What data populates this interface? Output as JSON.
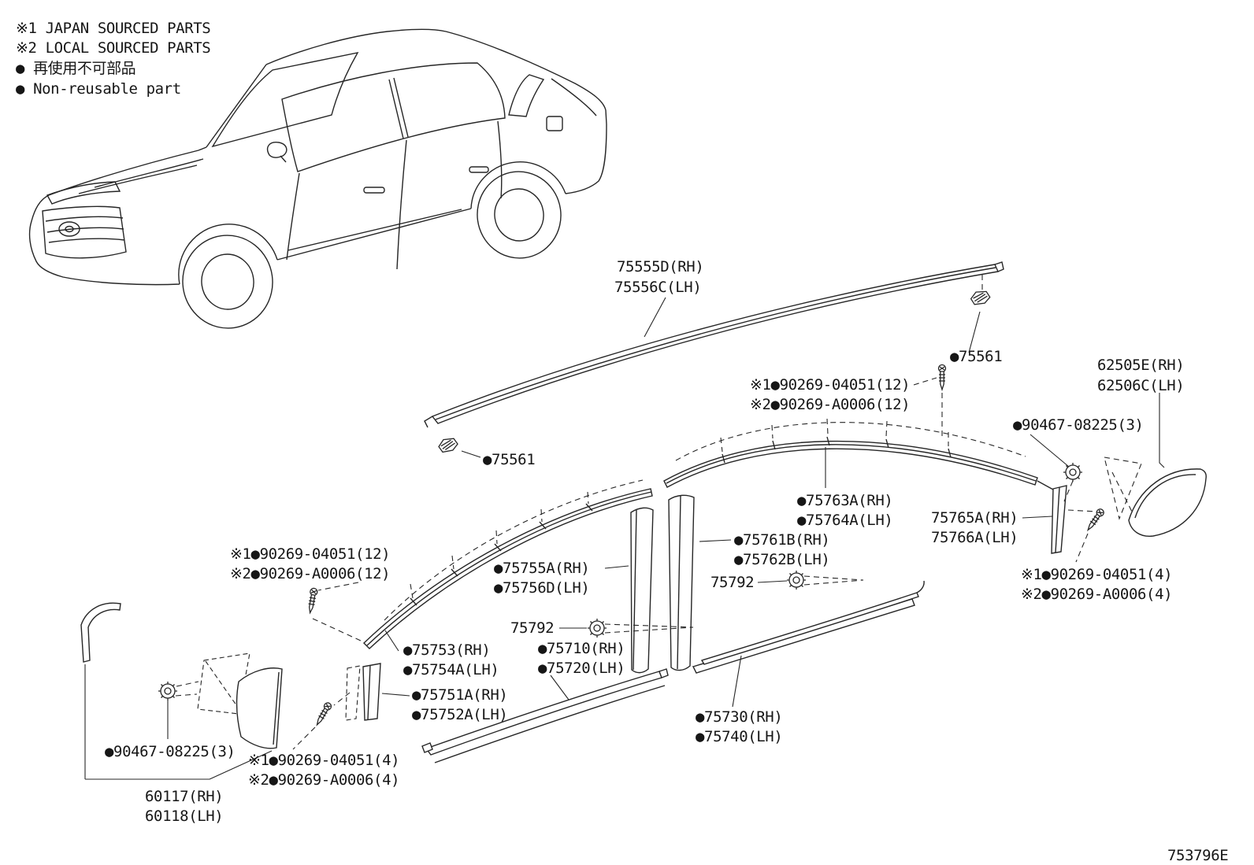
{
  "colors": {
    "ink": "#262626",
    "background": "#ffffff"
  },
  "legend": {
    "lines": [
      "※1 JAPAN SOURCED PARTS",
      "※2 LOCAL SOURCED PARTS",
      "● 再使用不可部品",
      "● Non-reusable part"
    ]
  },
  "callouts": [
    {
      "text": "75555D(RH)"
    },
    {
      "text": "75556C(LH)"
    },
    {
      "text": "●75561"
    },
    {
      "text": "62505E(RH)"
    },
    {
      "text": "62506C(LH)"
    },
    {
      "text": "※1●90269-04051(12)"
    },
    {
      "text": "※2●90269-A0006(12)"
    },
    {
      "text": "●90467-08225(3)"
    },
    {
      "text": "●75561"
    },
    {
      "text": "●75763A(RH)"
    },
    {
      "text": "●75764A(LH)"
    },
    {
      "text": "75765A(RH)"
    },
    {
      "text": "75766A(LH)"
    },
    {
      "text": "●75761B(RH)"
    },
    {
      "text": "●75762B(LH)"
    },
    {
      "text": "※1●90269-04051(12)"
    },
    {
      "text": "※2●90269-A0006(12)"
    },
    {
      "text": "●75755A(RH)"
    },
    {
      "text": "●75756D(LH)"
    },
    {
      "text": "75792"
    },
    {
      "text": "※1●90269-04051(4)"
    },
    {
      "text": "※2●90269-A0006(4)"
    },
    {
      "text": "75792"
    },
    {
      "text": "●75753(RH)"
    },
    {
      "text": "●75754A(LH)"
    },
    {
      "text": "●75710(RH)"
    },
    {
      "text": "●75720(LH)"
    },
    {
      "text": "●75751A(RH)"
    },
    {
      "text": "●75752A(LH)"
    },
    {
      "text": "●75730(RH)"
    },
    {
      "text": "●75740(LH)"
    },
    {
      "text": "●90467-08225(3)"
    },
    {
      "text": "※1●90269-04051(4)"
    },
    {
      "text": "※2●90269-A0006(4)"
    },
    {
      "text": "60117(RH)"
    },
    {
      "text": "60118(LH)"
    }
  ],
  "footer": {
    "diagram_code": "753796E"
  }
}
